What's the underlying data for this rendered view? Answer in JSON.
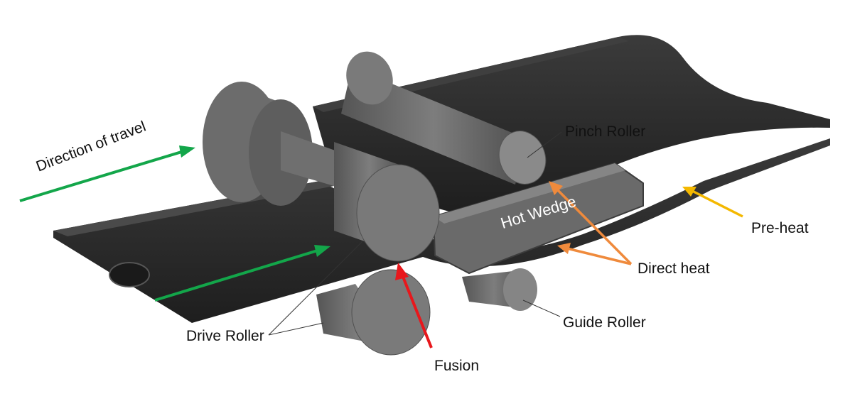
{
  "labels": {
    "direction_of_travel": "Direction of travel",
    "pinch_roller": "Pinch Roller",
    "hot_wedge": "Hot Wedge",
    "pre_heat": "Pre-heat",
    "direct_heat": "Direct heat",
    "guide_roller": "Guide Roller",
    "drive_roller": "Drive Roller",
    "fusion": "Fusion"
  },
  "colors": {
    "sheet": "#2a2a2a",
    "roller": "#6c6c6c",
    "wedge": "#6a6a6a",
    "arrow_travel": "#13a64a",
    "arrow_direct_heat": "#ef8a3c",
    "arrow_preheat": "#f4b800",
    "arrow_fusion": "#e8171c"
  }
}
